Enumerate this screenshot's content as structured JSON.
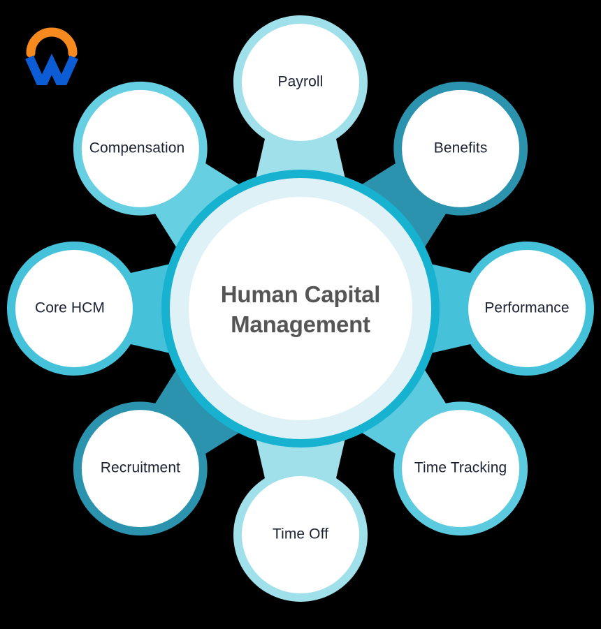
{
  "brand": {
    "logo_name": "workday-logo",
    "arc_color": "#F68A1E",
    "w_color": "#0B5CD5"
  },
  "background_color": "#000000",
  "center": {
    "line1": "Human Capital",
    "line2": "Management",
    "text_color": "#555555",
    "fill_color": "#FFFFFF",
    "halo_color": "#DDF1F6"
  },
  "chart_data": {
    "type": "diagram",
    "layout": "radial-petal-flower",
    "title": "Human Capital Management",
    "hub_label": "Human Capital Management",
    "petal_count": 8,
    "petals": [
      {
        "label": "Payroll",
        "angle_deg": 0,
        "color": "#9FE0EA",
        "position": "top"
      },
      {
        "label": "Benefits",
        "angle_deg": 45,
        "color": "#2B93AE",
        "position": "top-right"
      },
      {
        "label": "Performance",
        "angle_deg": 90,
        "color": "#45C2DA",
        "position": "right"
      },
      {
        "label": "Time Tracking",
        "angle_deg": 135,
        "color": "#5CCBE0",
        "position": "bottom-right"
      },
      {
        "label": "Time Off",
        "angle_deg": 180,
        "color": "#9FE0EA",
        "position": "bottom"
      },
      {
        "label": "Recruitment",
        "angle_deg": 225,
        "color": "#2B93AE",
        "position": "bottom-left"
      },
      {
        "label": "Core HCM",
        "angle_deg": 270,
        "color": "#45C2DA",
        "position": "left"
      },
      {
        "label": "Compensation",
        "angle_deg": 315,
        "color": "#67CFE2",
        "position": "top-left"
      }
    ],
    "ring_color": "#17B2CF",
    "petal_bubble_color": "#FFFFFF",
    "label_color": "#1C2233"
  }
}
